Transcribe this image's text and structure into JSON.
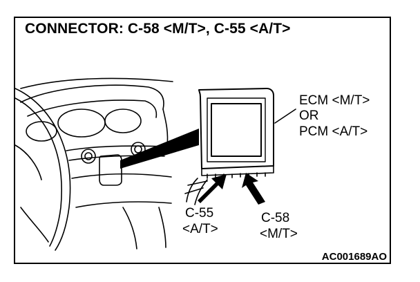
{
  "header": {
    "title": "CONNECTOR: C-58 <M/T>, C-55 <A/T>"
  },
  "module": {
    "line1": "ECM <M/T>",
    "line2": "OR",
    "line3": "PCM <A/T>"
  },
  "connector_c55": {
    "name": "C-55",
    "variant": "<A/T>"
  },
  "connector_c58": {
    "name": "C-58",
    "variant": "<M/T>"
  },
  "figure_code": "AC001689AO"
}
